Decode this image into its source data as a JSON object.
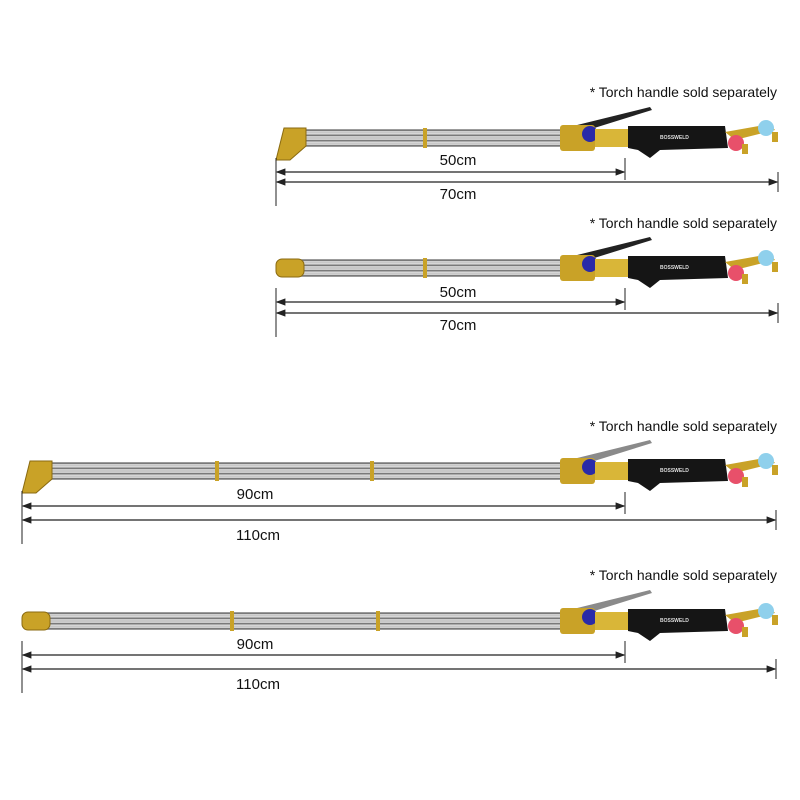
{
  "products": [
    {
      "note": "* Torch handle sold separately",
      "inner_length": "50cm",
      "outer_length": "70cm",
      "head": "angled",
      "brand": "BOSSWELD"
    },
    {
      "note": "* Torch handle sold separately",
      "inner_length": "50cm",
      "outer_length": "70cm",
      "head": "straight",
      "brand": "BOSSWELD"
    },
    {
      "note": "* Torch handle sold separately",
      "inner_length": "90cm",
      "outer_length": "110cm",
      "head": "angled",
      "brand": "BOSSWELD"
    },
    {
      "note": "* Torch handle sold separately",
      "inner_length": "90cm",
      "outer_length": "110cm",
      "head": "straight",
      "brand": "BOSSWELD"
    }
  ],
  "colors": {
    "brass": "#c9a227",
    "handle": "#151515",
    "oxygen_valve": "#8fd0ec",
    "fuel_valve": "#e8506a",
    "blue_knob": "#2a2aa8",
    "tube": "#9a9a9a"
  }
}
